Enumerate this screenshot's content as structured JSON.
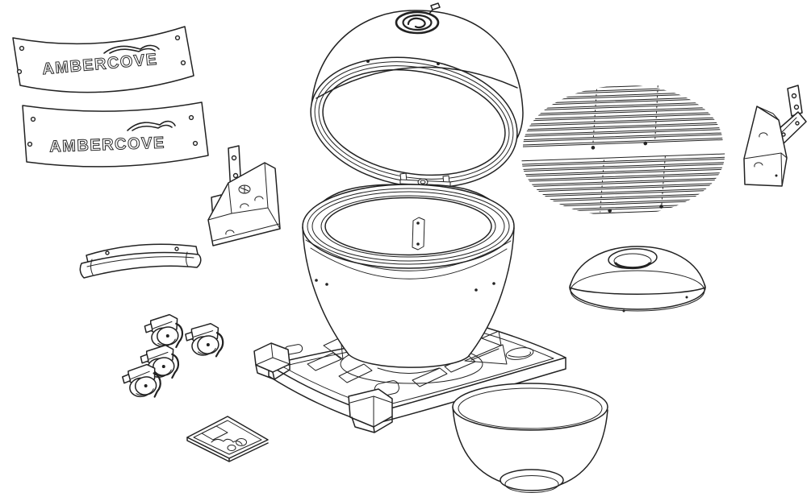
{
  "diagram": {
    "kind": "exploded-parts-line-drawing",
    "product": "kamado charcoal grill",
    "brand": "AMBERCOVE",
    "colors": {
      "line": "#222222",
      "background": "#ffffff"
    },
    "nameplates": {
      "top_label": "AMBERCOVE",
      "bottom_label": "AMBERCOVE"
    },
    "parts": [
      {
        "id": "nameplate-top",
        "name": "curved nameplate band with logo"
      },
      {
        "id": "nameplate-bottom",
        "name": "curved nameplate band with logo"
      },
      {
        "id": "shelf-bracket-left",
        "name": "side shelf bracket assembly (left)"
      },
      {
        "id": "shelf-bracket-right",
        "name": "side shelf bracket assembly (right)"
      },
      {
        "id": "lift-handle",
        "name": "curved lift handle with two screw holes"
      },
      {
        "id": "dome-lid",
        "name": "open dome lid with gasket rim"
      },
      {
        "id": "top-vent",
        "name": "top vent damper with knob"
      },
      {
        "id": "lid-hinge",
        "name": "lid hinge mechanism"
      },
      {
        "id": "grill-body",
        "name": "grill body bowl on cart base"
      },
      {
        "id": "cooking-grate-upper",
        "name": "half-moon rod cooking grate (upper half)"
      },
      {
        "id": "cooking-grate-lower",
        "name": "half-moon rod cooking grate (lower half)"
      },
      {
        "id": "heat-deflector-dome",
        "name": "domed deflector cap with center opening"
      },
      {
        "id": "firebox-bowl",
        "name": "ceramic firebox bowl"
      },
      {
        "id": "cart-base",
        "name": "molded cart base with cutouts and corner feet"
      },
      {
        "id": "caster-set",
        "name": "locking caster wheels",
        "count_visible": 4
      },
      {
        "id": "vent-slide-plate",
        "name": "bottom vent slide plate"
      }
    ]
  }
}
